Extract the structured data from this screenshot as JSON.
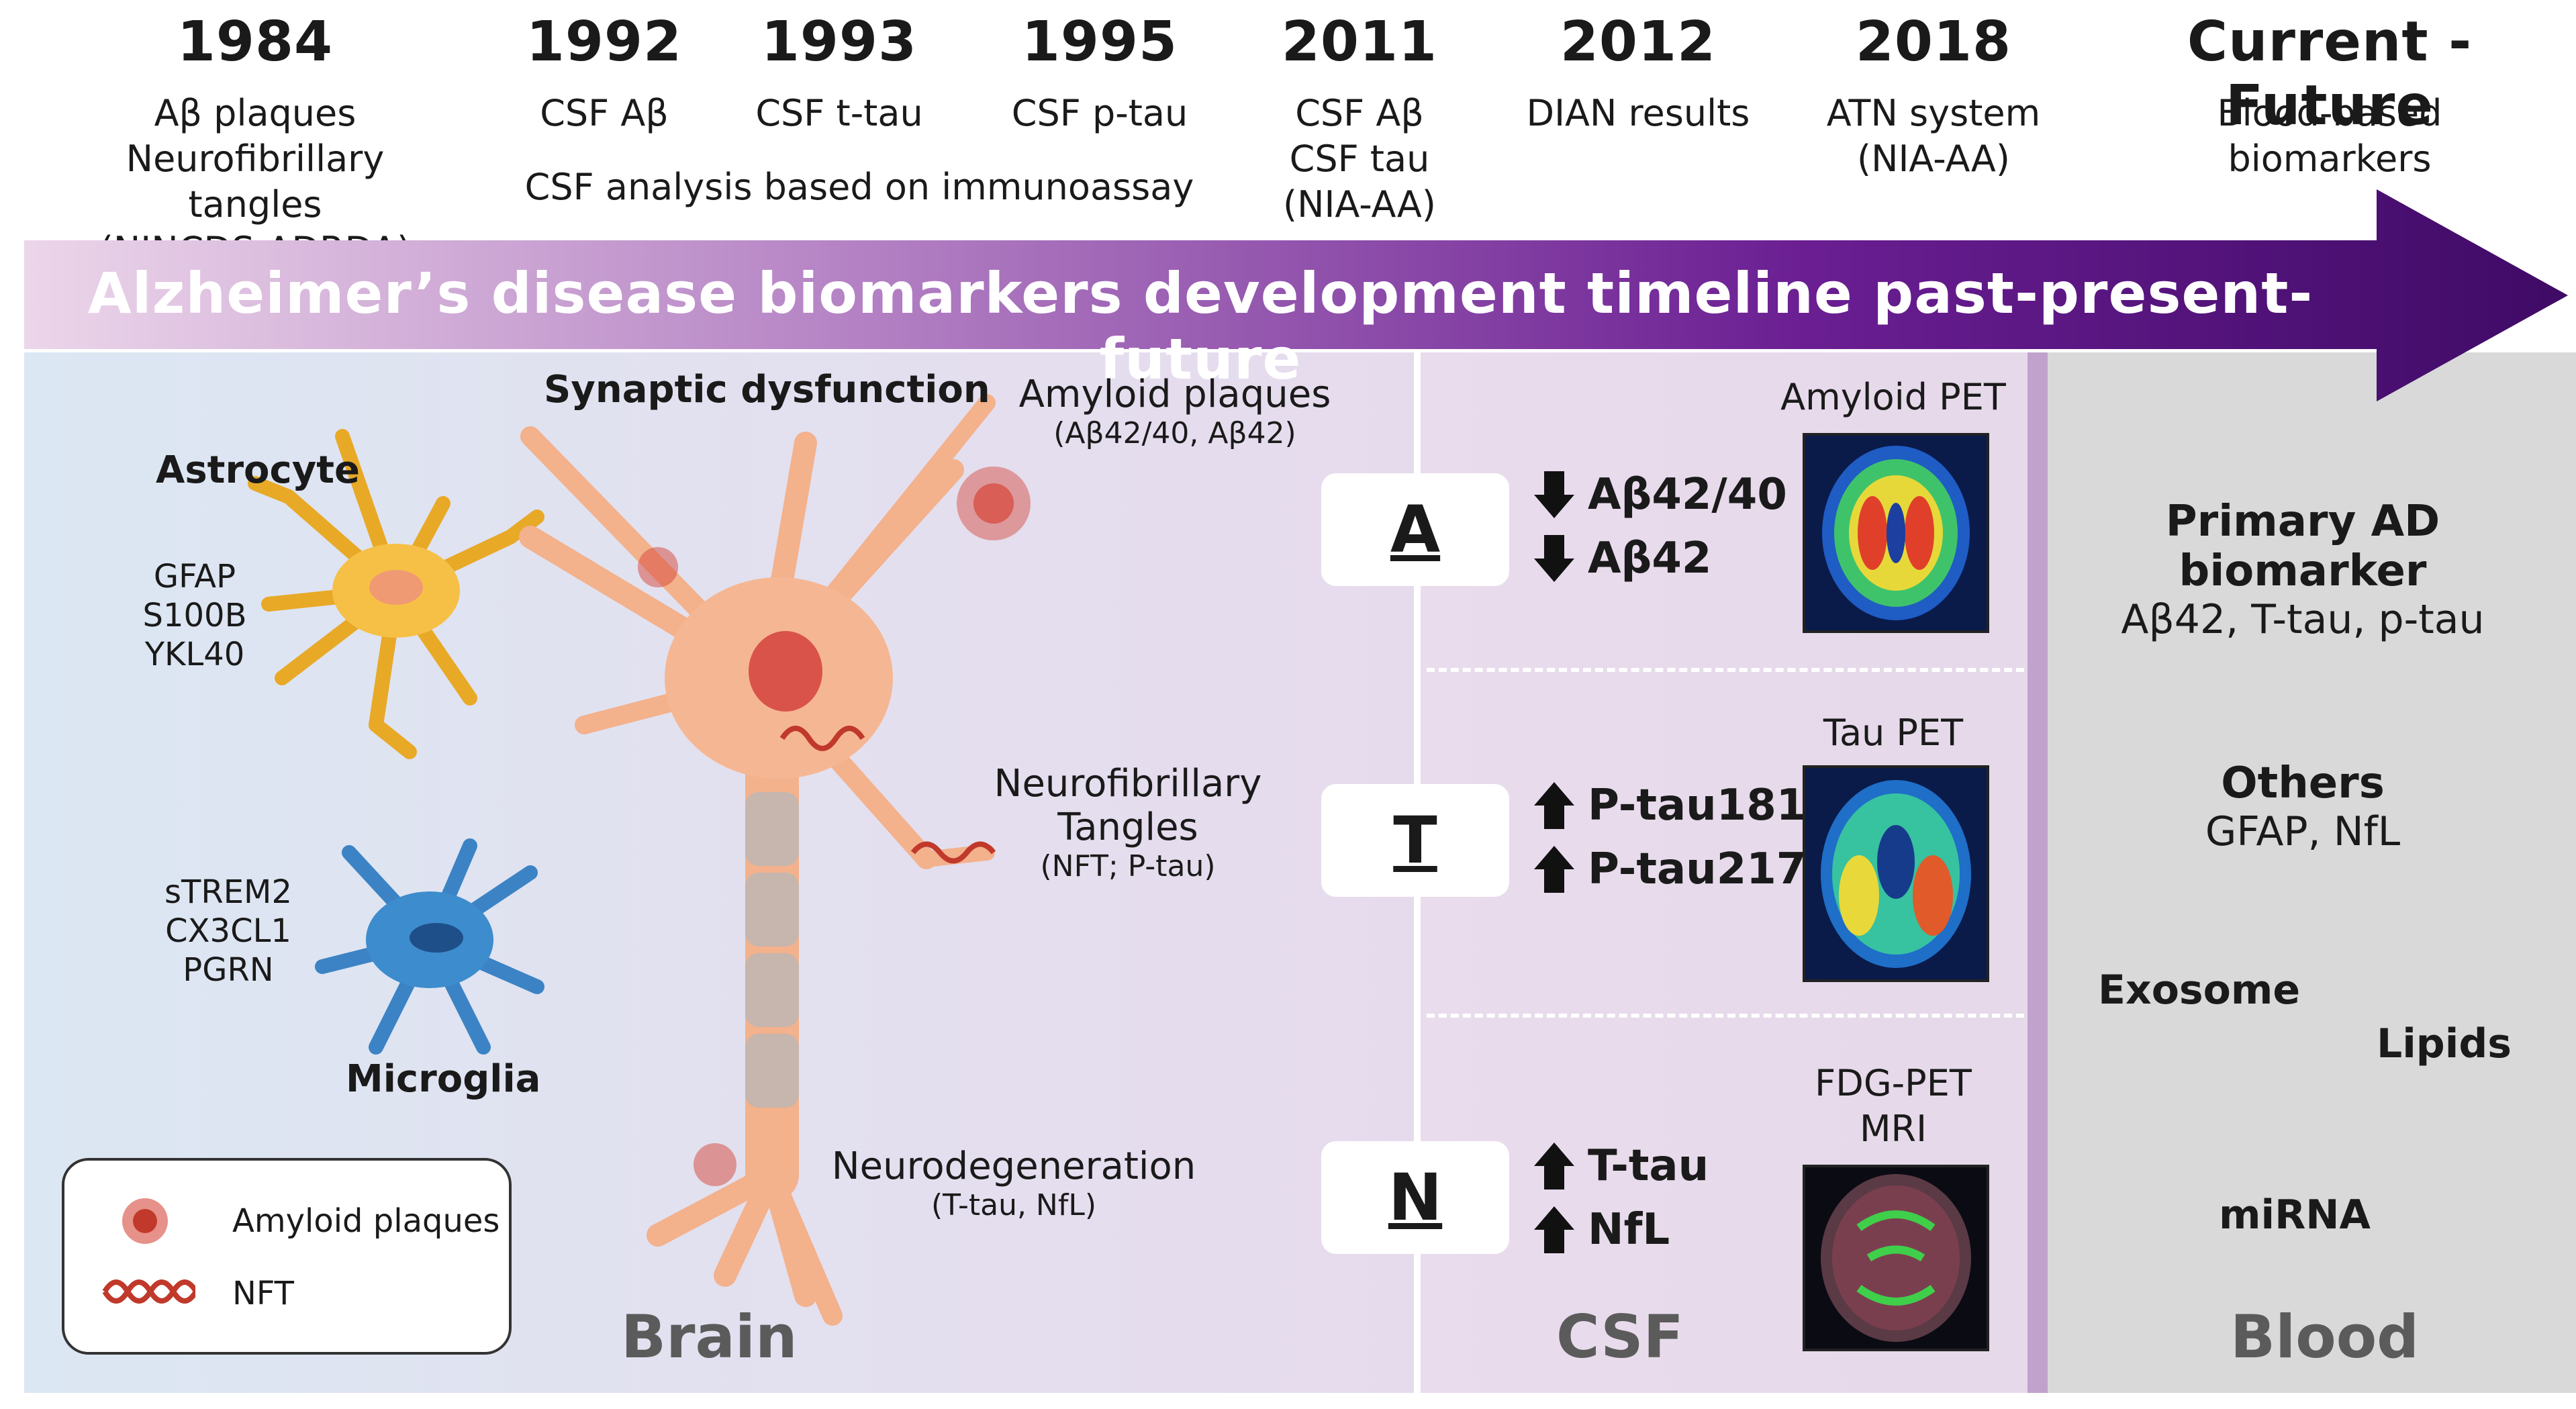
{
  "timeline": [
    {
      "year": "1984",
      "lines": [
        "Aβ plaques",
        "Neurofibrillary tangles",
        "(NINCDS-ADRDA)"
      ]
    },
    {
      "year": "1992",
      "lines": [
        "CSF Aβ"
      ]
    },
    {
      "year": "1993",
      "lines": [
        "CSF t-tau"
      ]
    },
    {
      "year": "1995",
      "lines": [
        "CSF p-tau"
      ]
    },
    {
      "year": "2011",
      "lines": [
        "CSF Aβ",
        "CSF tau",
        "(NIA-AA)"
      ]
    },
    {
      "year": "2012",
      "lines": [
        "DIAN results"
      ]
    },
    {
      "year": "2018",
      "lines": [
        "ATN system",
        "(NIA-AA)"
      ]
    },
    {
      "year": "Current - Future",
      "lines": [
        "Blood-based",
        "biomarkers"
      ]
    }
  ],
  "immunoassay_note": "CSF analysis based on immunoassay",
  "banner_title": "Alzheimer’s disease biomarkers development timeline past-present-future",
  "brain": {
    "astrocyte": {
      "label": "Astrocyte",
      "markers": [
        "GFAP",
        "S100B",
        "YKL40"
      ]
    },
    "microglia": {
      "label": "Microglia",
      "markers": [
        "sTREM2",
        "CX3CL1",
        "PGRN"
      ]
    },
    "synaptic": "Synaptic dysfunction",
    "amyloid": {
      "title": "Amyloid plaques",
      "sub": "(Aβ42/40, Aβ42)"
    },
    "nft": {
      "title1": "Neurofibrillary",
      "title2": "Tangles",
      "sub": "(NFT; P-tau)"
    },
    "neurodeg": {
      "title": "Neurodegeneration",
      "sub": "(T-tau, NfL)"
    },
    "legend": {
      "amyloid": "Amyloid plaques",
      "nft": "NFT"
    },
    "section": "Brain"
  },
  "csf": {
    "rows": [
      {
        "letter": "A",
        "markers": [
          {
            "dir": "down",
            "text": "Aβ42/40"
          },
          {
            "dir": "down",
            "text": "Aβ42"
          }
        ],
        "image_label": [
          "Amyloid PET"
        ]
      },
      {
        "letter": "T",
        "markers": [
          {
            "dir": "up",
            "text": "P-tau181"
          },
          {
            "dir": "up",
            "text": "P-tau217"
          }
        ],
        "image_label": [
          "Tau PET"
        ]
      },
      {
        "letter": "N",
        "markers": [
          {
            "dir": "up",
            "text": "T-tau"
          },
          {
            "dir": "up",
            "text": "NfL"
          }
        ],
        "image_label": [
          "FDG-PET",
          "MRI"
        ]
      }
    ],
    "section": "CSF"
  },
  "blood": {
    "primary_title": "Primary AD biomarker",
    "primary_items": "Aβ42, T-tau, p-tau",
    "others_title": "Others",
    "others_items": "GFAP, NfL",
    "exosome": "Exosome",
    "lipids": "Lipids",
    "mirna": "miRNA",
    "section": "Blood"
  },
  "colors": {
    "banner_start": "#e7cde6",
    "banner_end": "#4b0a78",
    "astrocyte": "#f1b93a",
    "microglia": "#3c86c7",
    "neuron": "#f5b896",
    "plaque": "#d6473a"
  }
}
